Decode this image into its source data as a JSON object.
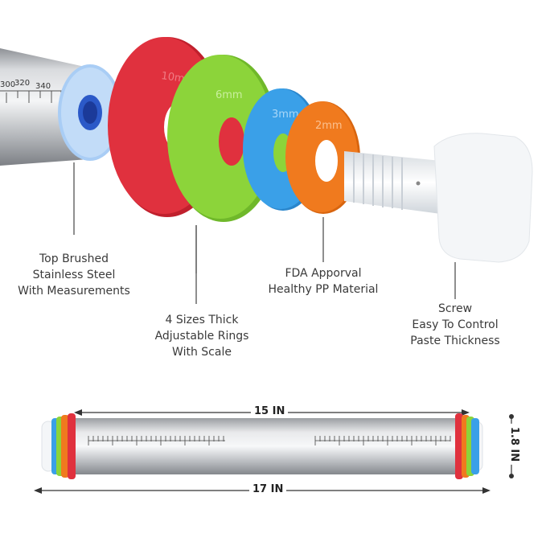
{
  "exploded_view": {
    "rod_scale": [
      "300",
      "320",
      "340"
    ],
    "rings": [
      {
        "thickness_label": "10mm",
        "color": "#e0313e"
      },
      {
        "thickness_label": "6mm",
        "color": "#8cd43a"
      },
      {
        "thickness_label": "3mm",
        "color": "#3aa0e8"
      },
      {
        "thickness_label": "2mm",
        "color": "#f07a1e"
      }
    ],
    "rod_end_color": "#a9cdf5",
    "screw_color": "#f4f6f8"
  },
  "callouts": {
    "rod": [
      "Top Brushed",
      "Stainless Steel",
      "With Measurements"
    ],
    "rings": [
      "4 Sizes Thick",
      "Adjustable Rings",
      "With Scale"
    ],
    "material": [
      "FDA Apporval",
      "Healthy PP Material"
    ],
    "screw": [
      "Screw",
      "Easy To Control",
      "Paste Thickness"
    ]
  },
  "assembled_view": {
    "inner_length": "15 IN",
    "total_length": "17 IN",
    "diameter": "1.8 IN"
  }
}
